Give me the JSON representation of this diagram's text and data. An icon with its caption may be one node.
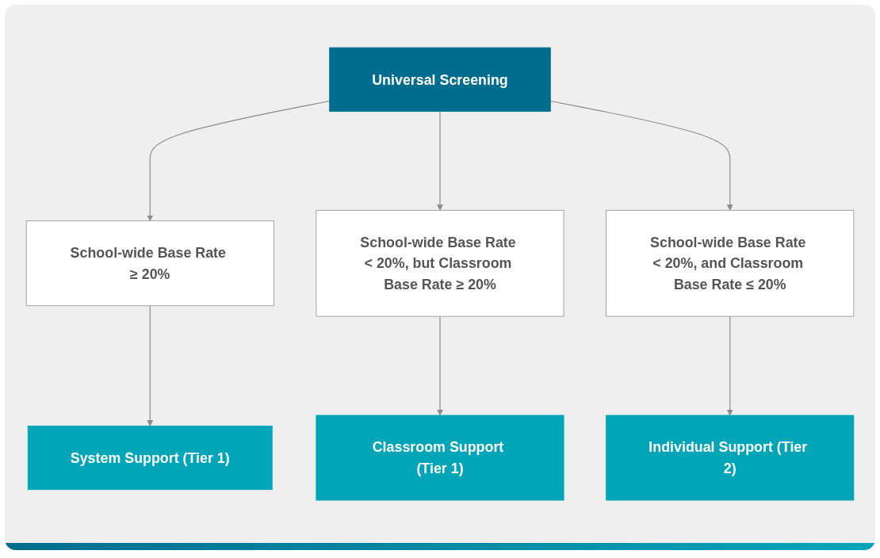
{
  "diagram": {
    "nodes": [
      {
        "text": [
          "Universal Screening"
        ]
      },
      {
        "text": [
          "School-wide Base Rate ≥ 20%"
        ]
      },
      {
        "text": [
          "School-wide Base Rate < 20%, but Classroom Base Rate ≥ 20%"
        ]
      },
      {
        "text": [
          "School-wide Base Rate < 20%, and Classroom Base Rate ≤ 20%"
        ]
      },
      {
        "text": [
          "System Support (Tier 1)"
        ]
      },
      {
        "text": [
          "Classroom Support (Tier 1)"
        ]
      },
      {
        "text": [
          "Individual Support (Tier 2)"
        ]
      }
    ],
    "edges": [
      {
        "from": 0,
        "to": 1,
        "arrow": "to"
      },
      {
        "from": 0,
        "to": 2,
        "arrow": "to"
      },
      {
        "from": 0,
        "to": 3,
        "arrow": "to"
      },
      {
        "from": 1,
        "to": 4,
        "arrow": "to"
      },
      {
        "from": 2,
        "to": 5,
        "arrow": "to"
      },
      {
        "from": 3,
        "to": 6,
        "arrow": "to"
      }
    ]
  }
}
